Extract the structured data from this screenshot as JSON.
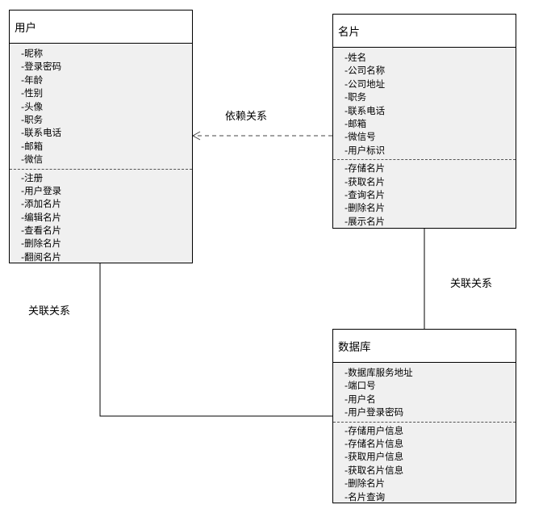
{
  "classes": {
    "user": {
      "title": "用户",
      "attributes": [
        "-昵称",
        "-登录密码",
        "-年龄",
        "-性别",
        "-头像",
        "-职务",
        "-联系电话",
        "-邮箱",
        "-微信"
      ],
      "methods": [
        "-注册",
        "-用户登录",
        "-添加名片",
        "-编辑名片",
        "-查看名片",
        "-删除名片",
        "-翻阅名片"
      ]
    },
    "card": {
      "title": "名片",
      "attributes": [
        "-姓名",
        "-公司名称",
        "-公司地址",
        "-职务",
        "-联系电话",
        "-邮箱",
        "-微信号",
        "-用户标识"
      ],
      "methods": [
        "-存储名片",
        "-获取名片",
        "-查询名片",
        "-删除名片",
        "-展示名片"
      ]
    },
    "database": {
      "title": "数据库",
      "attributes": [
        "-数据库服务地址",
        "-端口号",
        "-用户名",
        "-用户登录密码"
      ],
      "methods": [
        "-存储用户信息",
        "-存储名片信息",
        "-获取用户信息",
        "-获取名片信息",
        "-删除名片",
        "-名片查询"
      ]
    }
  },
  "relations": {
    "dependency": "依赖关系",
    "association_card_db": "关联关系",
    "association_user_db": "关联关系"
  }
}
